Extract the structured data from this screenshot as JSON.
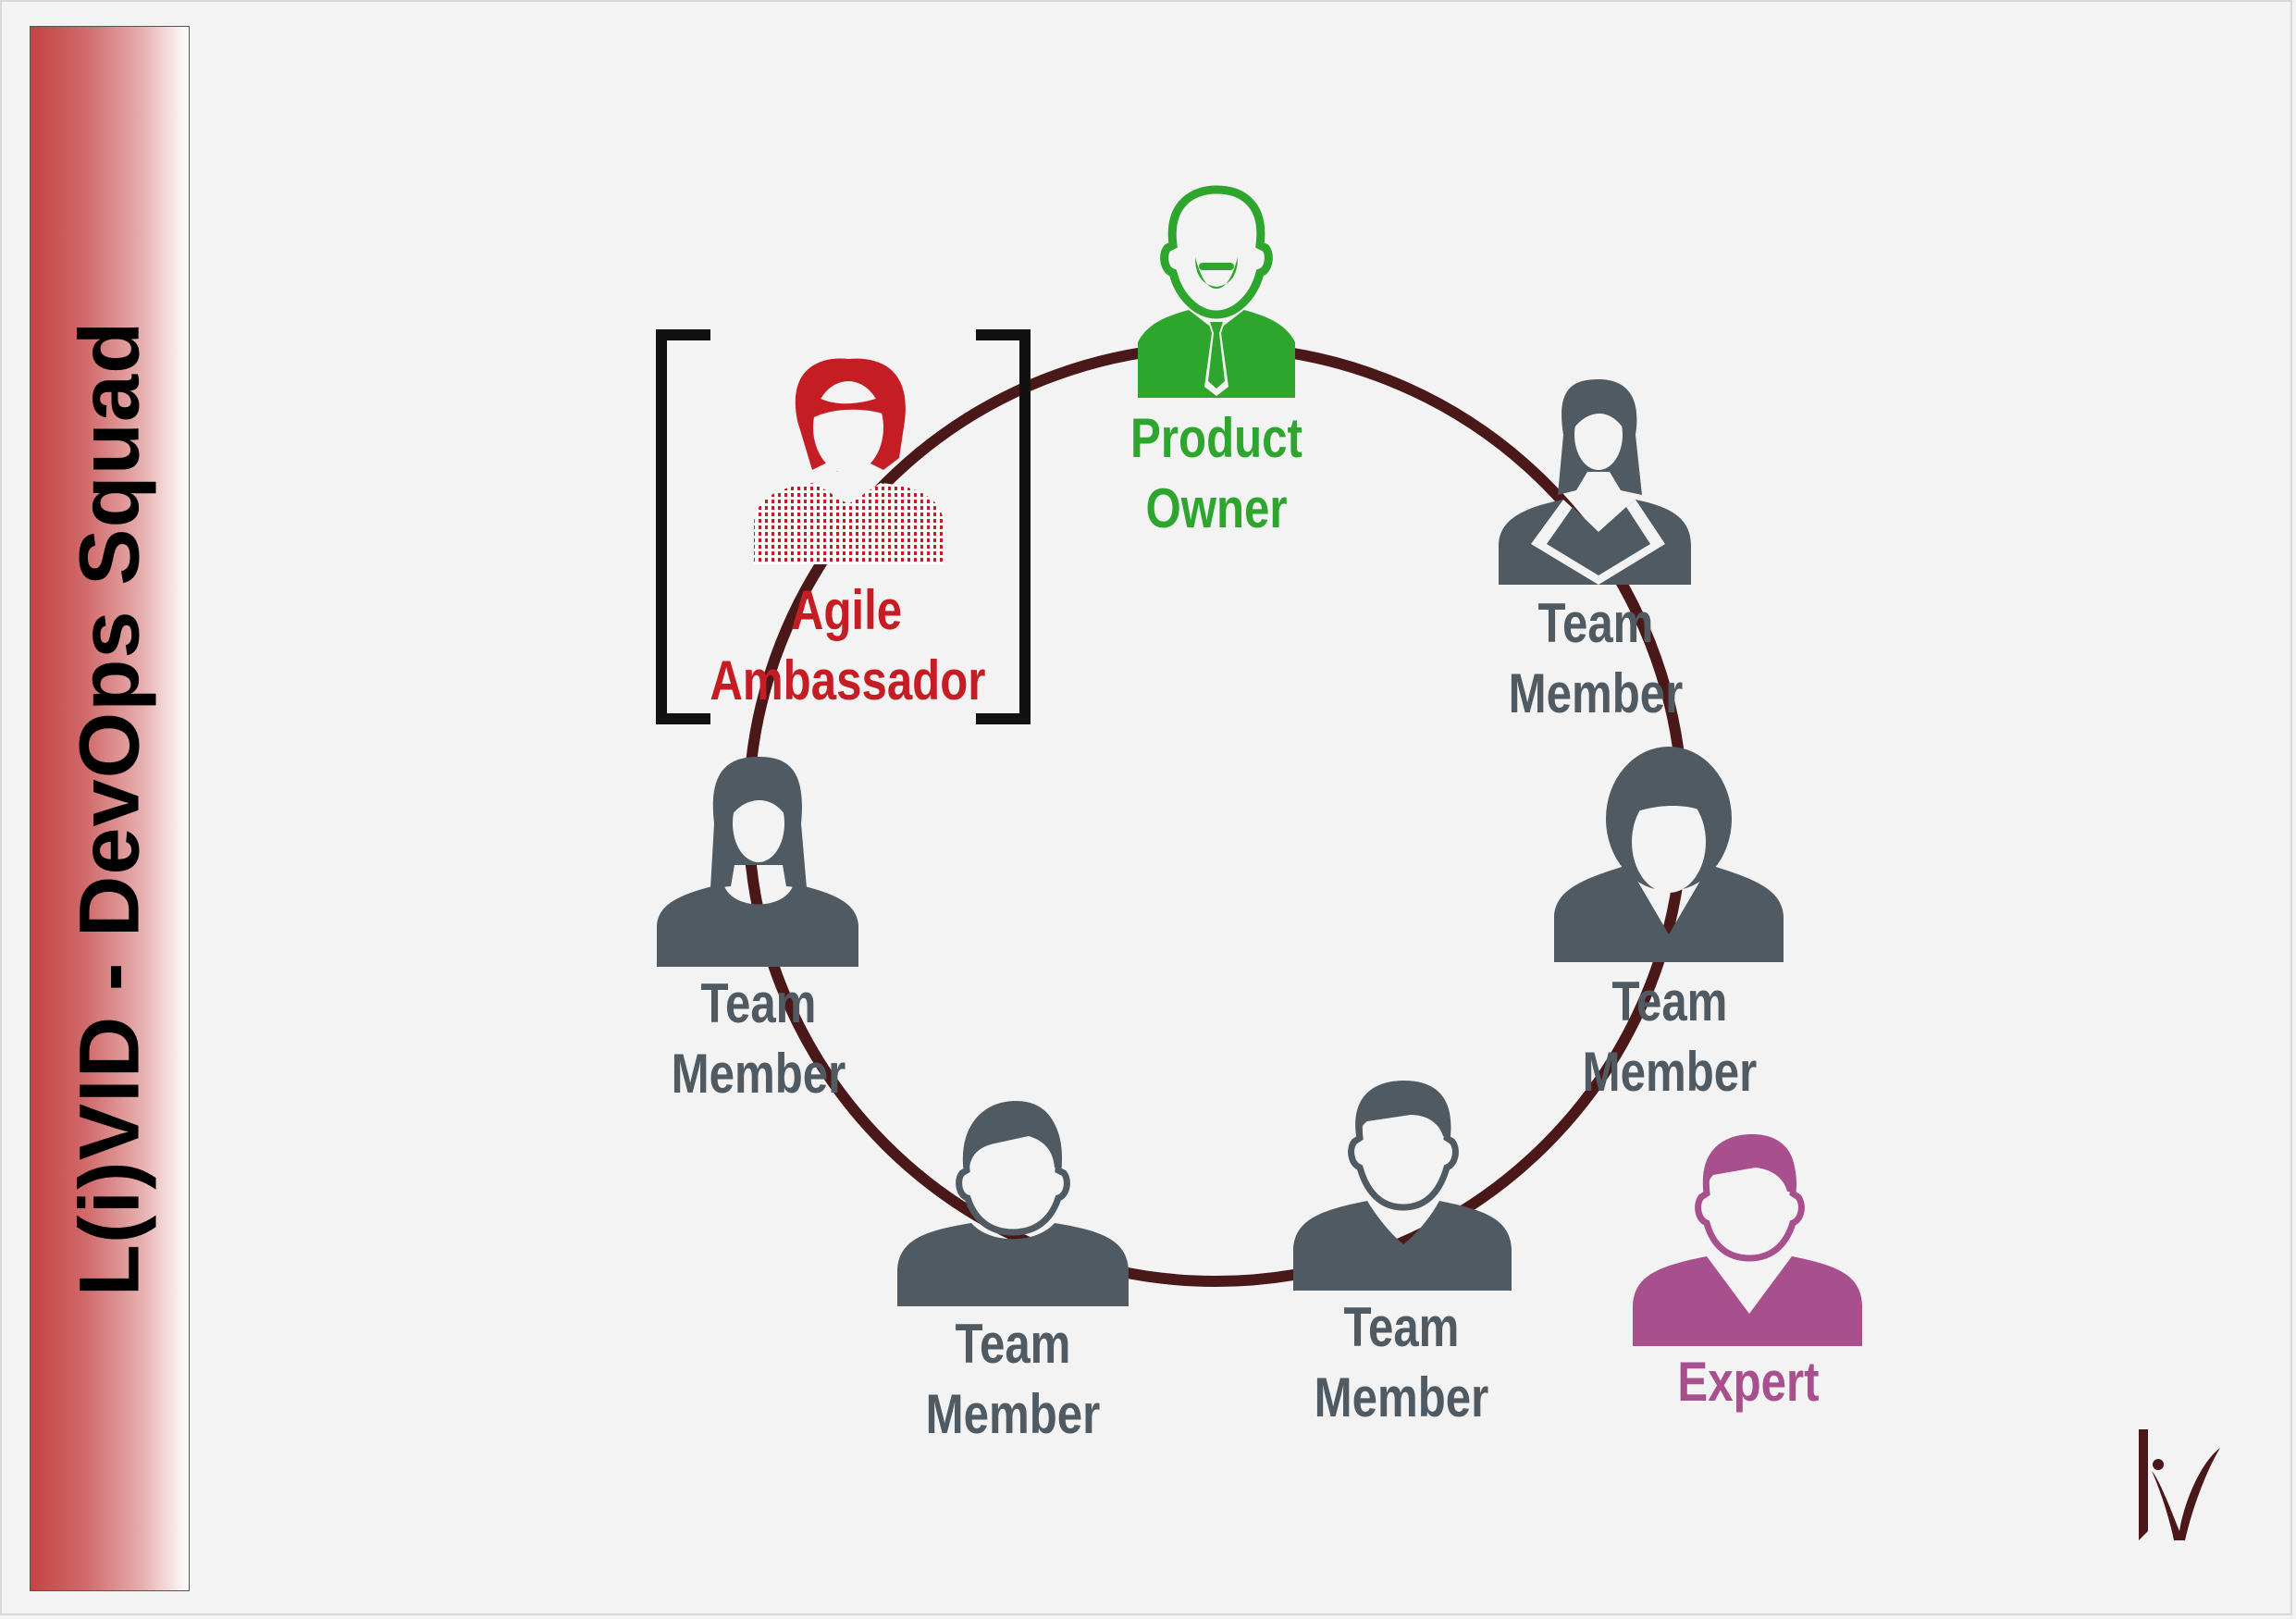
{
  "title": "L(i)VID - DevOps Squad",
  "colors": {
    "ring": "#4a1818",
    "team_member": "#4f5a62",
    "product_owner": "#2ea62e",
    "agile_ambassador": "#c41e24",
    "expert": "#a8508e",
    "sidebar": "#c44343"
  },
  "roles": {
    "product_owner": {
      "line1": "Product",
      "line2": "Owner",
      "icon": "bearded-man-with-tie-icon"
    },
    "agile_ambassador": {
      "line1": "Agile",
      "line2": "Ambassador",
      "icon": "red-haired-woman-icon"
    },
    "expert": {
      "line1": "Expert",
      "icon": "man-icon"
    },
    "team_members": [
      {
        "line1": "Team",
        "line2": "Member",
        "icon": "woman-in-suit-icon"
      },
      {
        "line1": "Team",
        "line2": "Member",
        "icon": "woman-short-hair-icon"
      },
      {
        "line1": "Team",
        "line2": "Member",
        "icon": "young-man-icon"
      },
      {
        "line1": "Team",
        "line2": "Member",
        "icon": "man-icon"
      },
      {
        "line1": "Team",
        "line2": "Member",
        "icon": "woman-long-hair-icon"
      }
    ]
  },
  "logo": "livid-logo"
}
